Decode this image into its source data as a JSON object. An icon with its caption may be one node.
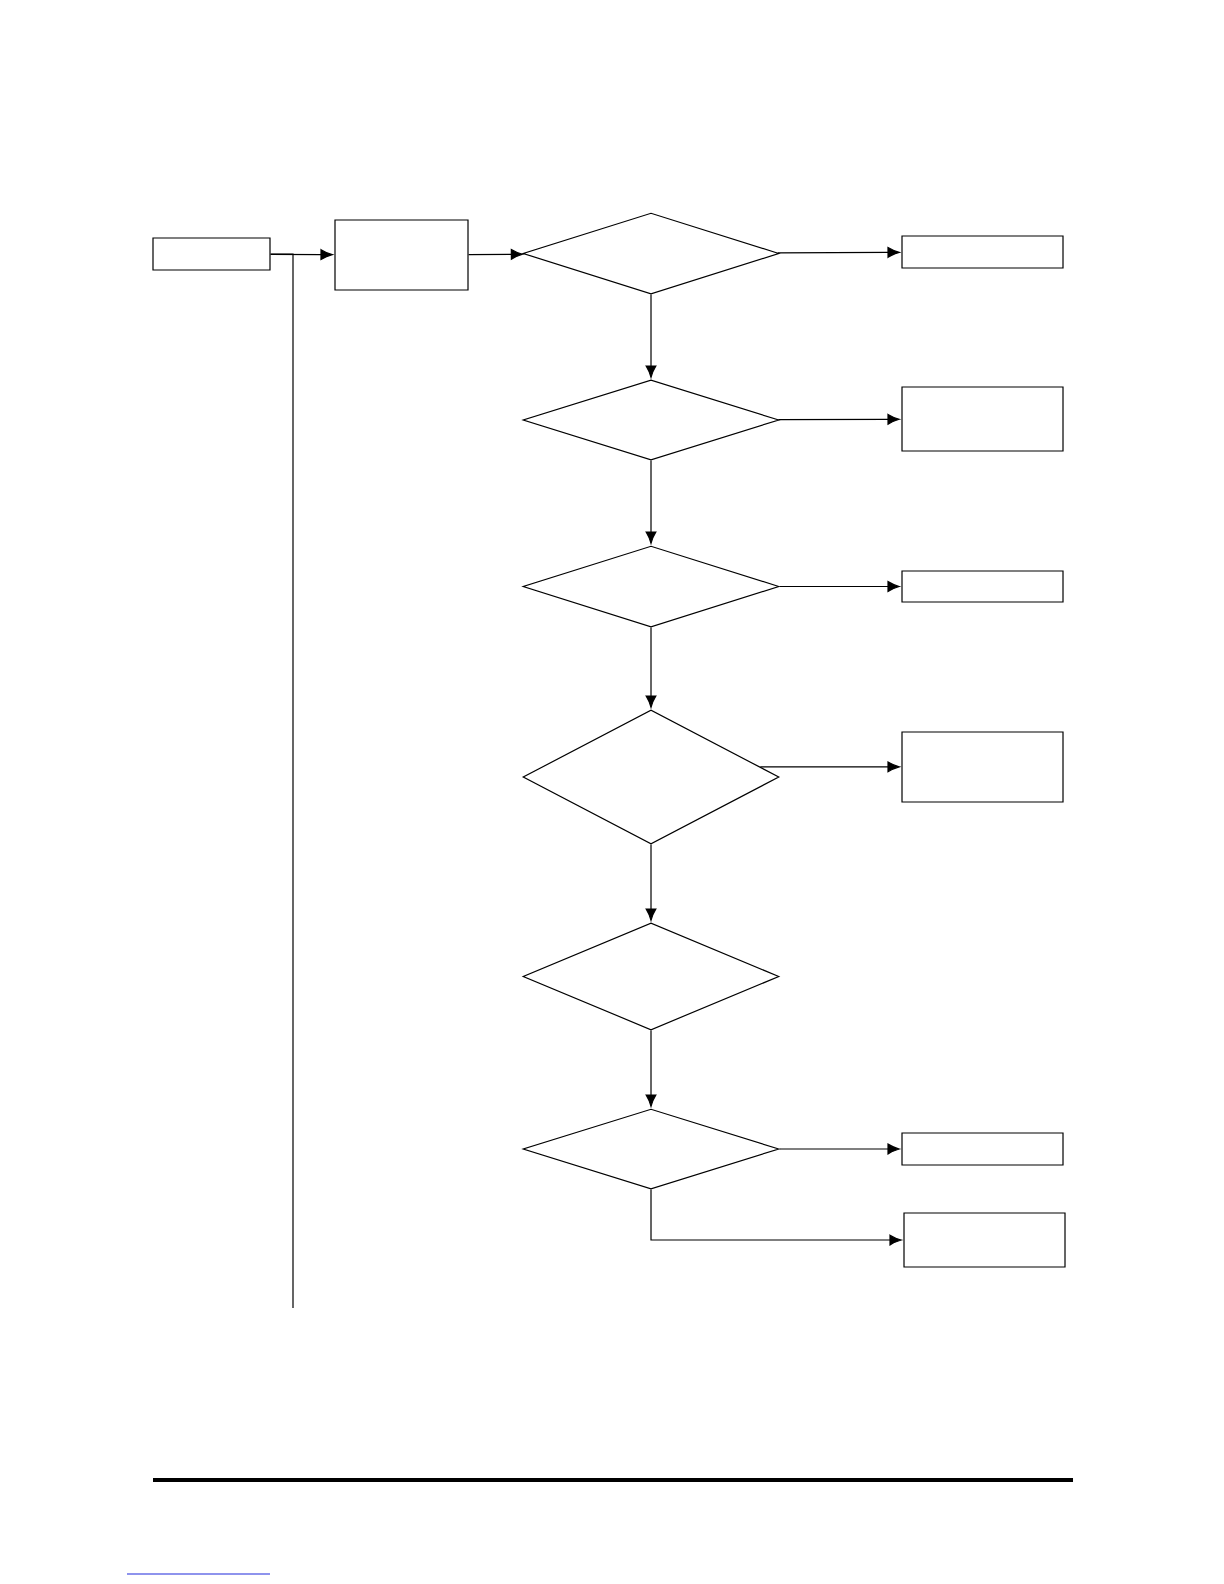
{
  "diagram": {
    "nodes": [
      {
        "text": [],
        "shape": "box"
      },
      {
        "text": [],
        "shape": "box"
      },
      {
        "text": [],
        "shape": "diamond"
      },
      {
        "text": [],
        "shape": "box"
      },
      {
        "text": [],
        "shape": "diamond"
      },
      {
        "text": [],
        "shape": "box"
      },
      {
        "text": [],
        "shape": "diamond"
      },
      {
        "text": [],
        "shape": "box"
      },
      {
        "text": [],
        "shape": "diamond"
      },
      {
        "text": [],
        "shape": "box"
      },
      {
        "text": [],
        "shape": "diamond"
      },
      {
        "text": [],
        "shape": "diamond"
      },
      {
        "text": [],
        "shape": "box"
      },
      {
        "text": [],
        "shape": "box"
      }
    ],
    "edges": [
      {
        "from": 0,
        "to": 1,
        "arrow": "to"
      },
      {
        "from": 0,
        "to": null,
        "arrow": "none"
      },
      {
        "from": 1,
        "to": 2,
        "arrow": "to"
      },
      {
        "from": 2,
        "to": 3,
        "arrow": "to"
      },
      {
        "from": 2,
        "to": 4,
        "arrow": "to"
      },
      {
        "from": 4,
        "to": 5,
        "arrow": "to"
      },
      {
        "from": 4,
        "to": 6,
        "arrow": "to"
      },
      {
        "from": 6,
        "to": 7,
        "arrow": "to"
      },
      {
        "from": 6,
        "to": 8,
        "arrow": "to"
      },
      {
        "from": 8,
        "to": 9,
        "arrow": "to"
      },
      {
        "from": 8,
        "to": 10,
        "arrow": "to"
      },
      {
        "from": 10,
        "to": 11,
        "arrow": "to"
      },
      {
        "from": 11,
        "to": 12,
        "arrow": "to"
      },
      {
        "from": 11,
        "to": 13,
        "arrow": "to"
      }
    ]
  }
}
